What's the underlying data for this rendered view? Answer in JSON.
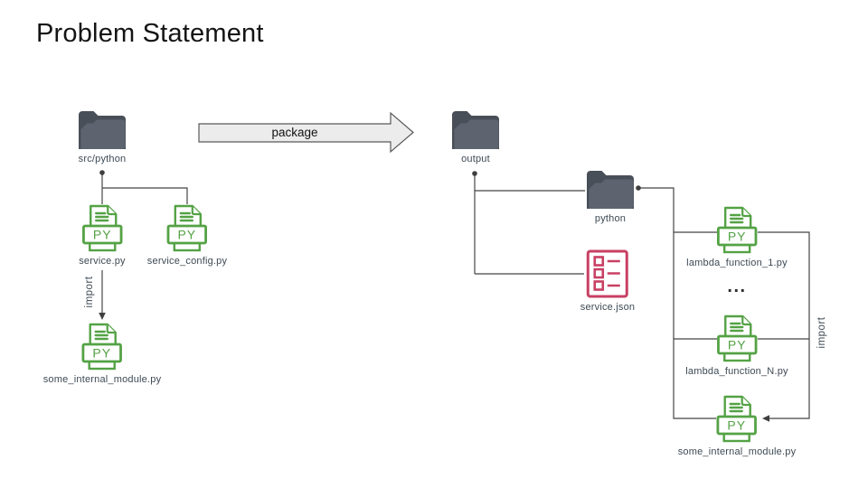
{
  "title": "Problem Statement",
  "package_arrow": {
    "label": "package"
  },
  "icons": {
    "py_badge": "PY"
  },
  "left_tree": {
    "root_folder": "src/python",
    "service_file": "service.py",
    "config_file": "service_config.py",
    "module_file": "some_internal_module.py",
    "import_label": "import"
  },
  "right_tree": {
    "output_folder": "output",
    "python_folder": "python",
    "service_json_file": "service.json",
    "lambda_first": "lambda_function_1.py",
    "ellipsis": "...",
    "lambda_last": "lambda_function_N.py",
    "module_file": "some_internal_module.py",
    "import_label": "import"
  },
  "colors": {
    "python_green": "#54a245",
    "json_pink": "#c84064",
    "folder_dark": "#494f58",
    "folder_front": "#5d6470",
    "connector": "#454545",
    "label_text": "#3e4a54",
    "arrow_fill": "#ececec"
  }
}
